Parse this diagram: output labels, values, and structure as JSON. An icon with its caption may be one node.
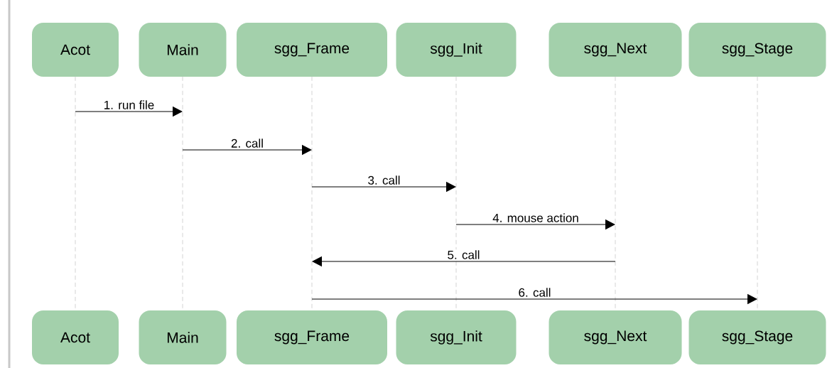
{
  "diagram": {
    "nodes": [
      {
        "text": [
          "Acot"
        ]
      },
      {
        "text": [
          "Main"
        ]
      },
      {
        "text": [
          "sgg_Frame"
        ]
      },
      {
        "text": [
          "sgg_Init"
        ]
      },
      {
        "text": [
          "sgg_Next"
        ]
      },
      {
        "text": [
          "sgg_Stage"
        ]
      },
      {
        "text": [
          "Acot"
        ]
      },
      {
        "text": [
          "Main"
        ]
      },
      {
        "text": [
          "sgg_Frame"
        ]
      },
      {
        "text": [
          "sgg_Init"
        ]
      },
      {
        "text": [
          "sgg_Next"
        ]
      },
      {
        "text": [
          "sgg_Stage"
        ]
      },
      {
        "text": [],
        "shape": "line"
      },
      {
        "text": [],
        "shape": "line"
      },
      {
        "text": [],
        "shape": "line"
      },
      {
        "text": [],
        "shape": "line"
      },
      {
        "text": [],
        "shape": "line"
      },
      {
        "text": [],
        "shape": "line"
      }
    ],
    "edges": [
      {
        "from": 12,
        "to": 13,
        "label": "1. run file",
        "arrow": "to"
      },
      {
        "from": 13,
        "to": 14,
        "label": "2. call",
        "arrow": "to"
      },
      {
        "from": 14,
        "to": 15,
        "label": "3. call",
        "arrow": "to"
      },
      {
        "from": 15,
        "to": 16,
        "label": "4. mouse action",
        "arrow": "to"
      },
      {
        "from": 16,
        "to": 14,
        "label": "5. call",
        "arrow": "to"
      },
      {
        "from": 14,
        "to": 17,
        "label": "6. call",
        "arrow": "to"
      }
    ]
  }
}
